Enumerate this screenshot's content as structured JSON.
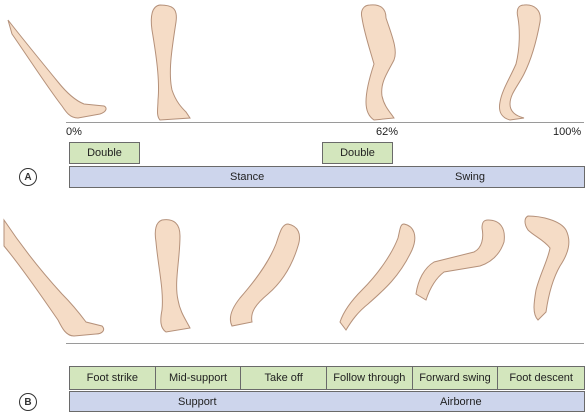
{
  "panel_a": {
    "label": "A",
    "pct_start": "0%",
    "pct_mid": "62%",
    "pct_end": "100%",
    "double_1": "Double",
    "double_2": "Double",
    "stance": "Stance",
    "swing": "Swing"
  },
  "panel_b": {
    "label": "B",
    "phases": [
      "Foot strike",
      "Mid-support",
      "Take off",
      "Follow through",
      "Forward swing",
      "Foot descent"
    ],
    "support": "Support",
    "airborne": "Airborne"
  },
  "colors": {
    "skin": "#f5dcc6",
    "skin_outline": "#b5917a",
    "green": "#d3e6bd",
    "blue": "#cdd5ec"
  }
}
